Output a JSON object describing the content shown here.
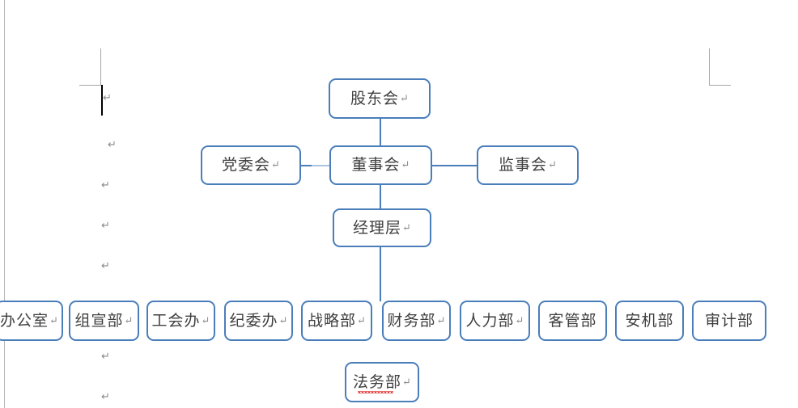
{
  "document": {
    "type": "word-processor-canvas",
    "background_color": "#ffffff",
    "page_edge_color": "#b6b6b6",
    "margin_mark_color": "#a6a6a6"
  },
  "theme": {
    "shape_border_color": "#4a7ebb",
    "shape_fill_color": "#ffffff",
    "connector_color": "#4a7ebb",
    "connector_faint_color": "#a8c4e0",
    "text_color": "#3f3f3f",
    "pilcrow_color": "#8a8a8a",
    "spellcheck_underline_color": "#e03a3a",
    "caret_color": "#000000"
  },
  "chart_data": {
    "type": "org-chart",
    "title": "",
    "nodes": [
      {
        "id": "shareholders",
        "label": "股东会",
        "pilcrow": true,
        "level": 0
      },
      {
        "id": "party-committee",
        "label": "党委会",
        "pilcrow": true,
        "level": 1
      },
      {
        "id": "board-of-directors",
        "label": "董事会",
        "pilcrow": true,
        "level": 1
      },
      {
        "id": "supervisory-board",
        "label": "监事会",
        "pilcrow": true,
        "level": 1
      },
      {
        "id": "management",
        "label": "经理层",
        "pilcrow": true,
        "level": 2
      },
      {
        "id": "office",
        "label": "办公室",
        "pilcrow": true,
        "level": 3
      },
      {
        "id": "org-publicity",
        "label": "组宣部",
        "pilcrow": true,
        "level": 3
      },
      {
        "id": "union-office",
        "label": "工会办",
        "pilcrow": true,
        "level": 3
      },
      {
        "id": "discipline-office",
        "label": "纪委办",
        "pilcrow": true,
        "level": 3
      },
      {
        "id": "strategy",
        "label": "战略部",
        "pilcrow": true,
        "level": 3
      },
      {
        "id": "finance",
        "label": "财务部",
        "pilcrow": true,
        "level": 3
      },
      {
        "id": "human-resources",
        "label": "人力部",
        "pilcrow": true,
        "level": 3
      },
      {
        "id": "customer-management",
        "label": "客管部",
        "pilcrow": false,
        "level": 3
      },
      {
        "id": "safety-machinery",
        "label": "安机部",
        "pilcrow": false,
        "level": 3
      },
      {
        "id": "audit",
        "label": "审计部",
        "pilcrow": false,
        "level": 3
      },
      {
        "id": "legal",
        "label": "法务部",
        "pilcrow": true,
        "level": 4,
        "spellcheck_flagged": true
      }
    ],
    "edges": [
      {
        "from": "shareholders",
        "to": "board-of-directors"
      },
      {
        "from": "party-committee",
        "to": "board-of-directors"
      },
      {
        "from": "board-of-directors",
        "to": "supervisory-board"
      },
      {
        "from": "board-of-directors",
        "to": "management"
      },
      {
        "from": "management",
        "to": "departments-row"
      }
    ]
  },
  "paragraph_marks": [
    {
      "id": "mark-1",
      "glyph": "↵"
    },
    {
      "id": "mark-2",
      "glyph": "↵"
    },
    {
      "id": "mark-3",
      "glyph": "↵"
    },
    {
      "id": "mark-4",
      "glyph": "↵"
    },
    {
      "id": "mark-5",
      "glyph": "↵"
    },
    {
      "id": "mark-6",
      "glyph": "↵"
    },
    {
      "id": "mark-7",
      "glyph": "↵"
    }
  ]
}
